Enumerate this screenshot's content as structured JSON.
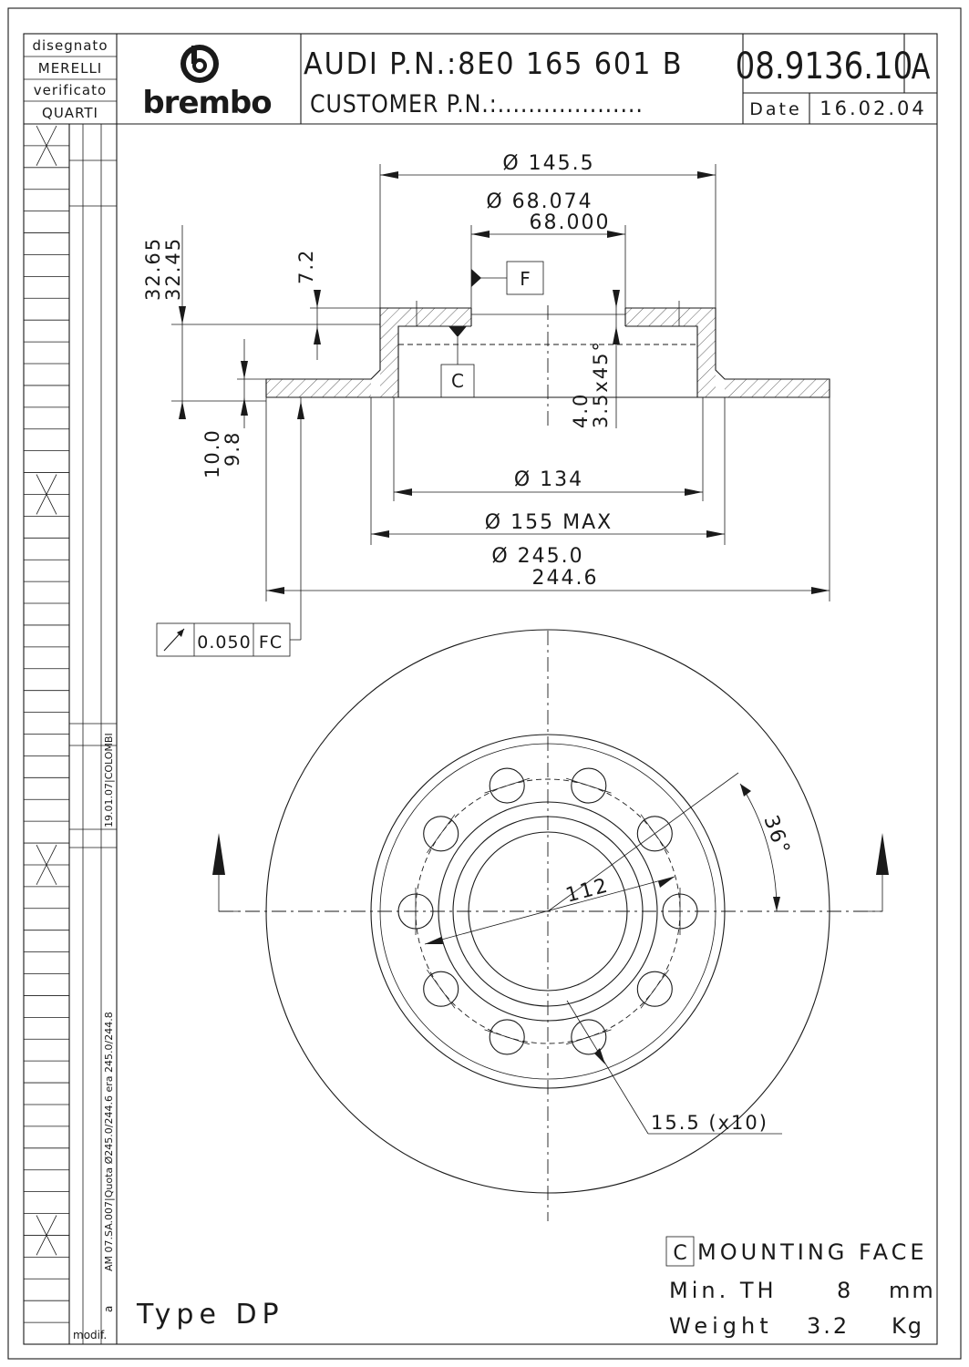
{
  "title_block": {
    "drawn_label": "disegnato",
    "drawn_by": "MERELLI",
    "checked_label": "verificato",
    "checked_by": "QUARTI",
    "brand": "brembo",
    "oem_line": "AUDI P.N.:8E0 165 601 B",
    "customer_line": "CUSTOMER P.N.:...................",
    "part_number": "08.9136.10",
    "revision": "A",
    "date_label": "Date",
    "date": "16.02.04"
  },
  "revision_column": {
    "rev_note_1": "19.01.07|COLOMBI",
    "rev_note_2": "AM 07.SA.007|Quota Ø245.0/244.6 era 245.0/244.8",
    "rev_letter": "a",
    "modif_label": "modif."
  },
  "section_view": {
    "dim_hat_outer": "Ø 145.5",
    "dim_bore_max": "Ø 68.074",
    "dim_bore_min": "68.000",
    "datum_f": "F",
    "datum_c": "C",
    "dim_height_max": "32.65",
    "dim_height_min": "32.45",
    "dim_hat_top": "7.2",
    "dim_thick_max": "10.0",
    "dim_thick_min": "9.8",
    "dim_chamfer_1": "4.0",
    "dim_chamfer_2": "3.5x45°",
    "dim_inner": "Ø 134",
    "dim_hat_max": "Ø 155 MAX",
    "dim_disc_max": "Ø 245.0",
    "dim_disc_min": "244.6",
    "runout_value": "0.050",
    "runout_datums": "FC"
  },
  "front_view": {
    "dim_pcd": "112",
    "dim_angle": "36°",
    "dim_holes": "15.5 (x10)",
    "hole_count": 10
  },
  "notes": {
    "mounting_box": "C",
    "mounting_text": "MOUNTING FACE",
    "min_th_label": "Min. TH",
    "min_th_value": "8",
    "min_th_unit": "mm",
    "weight_label": "Weight",
    "weight_value": "3.2",
    "weight_unit": "Kg",
    "type": "Type DP"
  }
}
